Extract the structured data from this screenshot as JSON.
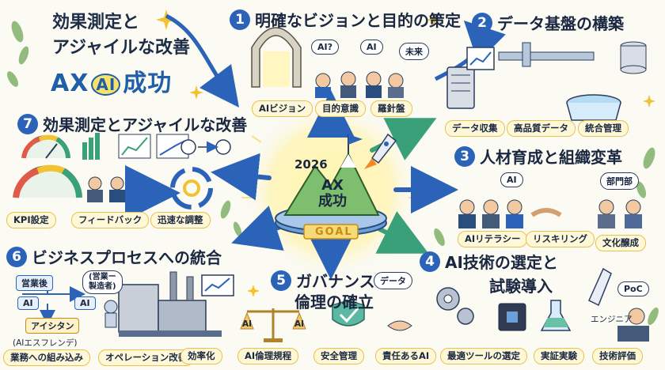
{
  "main_title": {
    "line1": "効果測定と",
    "line2": "アジャイルな改善",
    "ax_prefix": "AX",
    "ax_ai": "AI",
    "ax_suffix": "成功"
  },
  "center": {
    "year": "2026",
    "label_line1": "AX",
    "label_line2": "成功",
    "goal": "GOAL"
  },
  "sections": [
    {
      "num": "1",
      "title": "明確なビジョンと目的の策定",
      "labels": [
        "AIビジョン",
        "目的意識",
        "羅針盤"
      ],
      "bubbles": [
        "AI?",
        "AI",
        "未来"
      ]
    },
    {
      "num": "2",
      "title": "データ基盤の構築",
      "labels": [
        "データ収集",
        "高品質データ",
        "統合管理"
      ]
    },
    {
      "num": "3",
      "title": "人材育成と組織変革",
      "labels": [
        "AIリテラシー",
        "リスキリング",
        "文化醸成"
      ],
      "bubbles": [
        "AI",
        "部門部"
      ]
    },
    {
      "num": "4",
      "title_line1": "AI技術の選定と",
      "title_line2": "試験導入",
      "labels": [
        "最適ツールの選定",
        "実証実験",
        "技術評価"
      ],
      "bubbles": [
        "PoC"
      ],
      "role": "エンジニア"
    },
    {
      "num": "5",
      "title_line1": "ガバナンスと",
      "title_line2": "倫理の確立",
      "labels": [
        "AI倫理規程",
        "安全管理",
        "責任あるAI"
      ],
      "bubbles": [
        "データ"
      ],
      "scale_text": [
        "AI",
        "AI"
      ]
    },
    {
      "num": "6",
      "title": "ビジネスプロセスへの統合",
      "labels": [
        "業務への組み込み",
        "オペレーション改善",
        "効率化"
      ],
      "flow": [
        "営業後",
        "AI",
        "AI",
        "アイシタン"
      ],
      "bubble": "(営業ー\n製造者)",
      "note": "(AIエスフレンデ)"
    },
    {
      "num": "7",
      "title": "効果測定とアジャイルな改善",
      "labels": [
        "KPI設定",
        "フィードバック",
        "迅速な調整"
      ]
    }
  ]
}
